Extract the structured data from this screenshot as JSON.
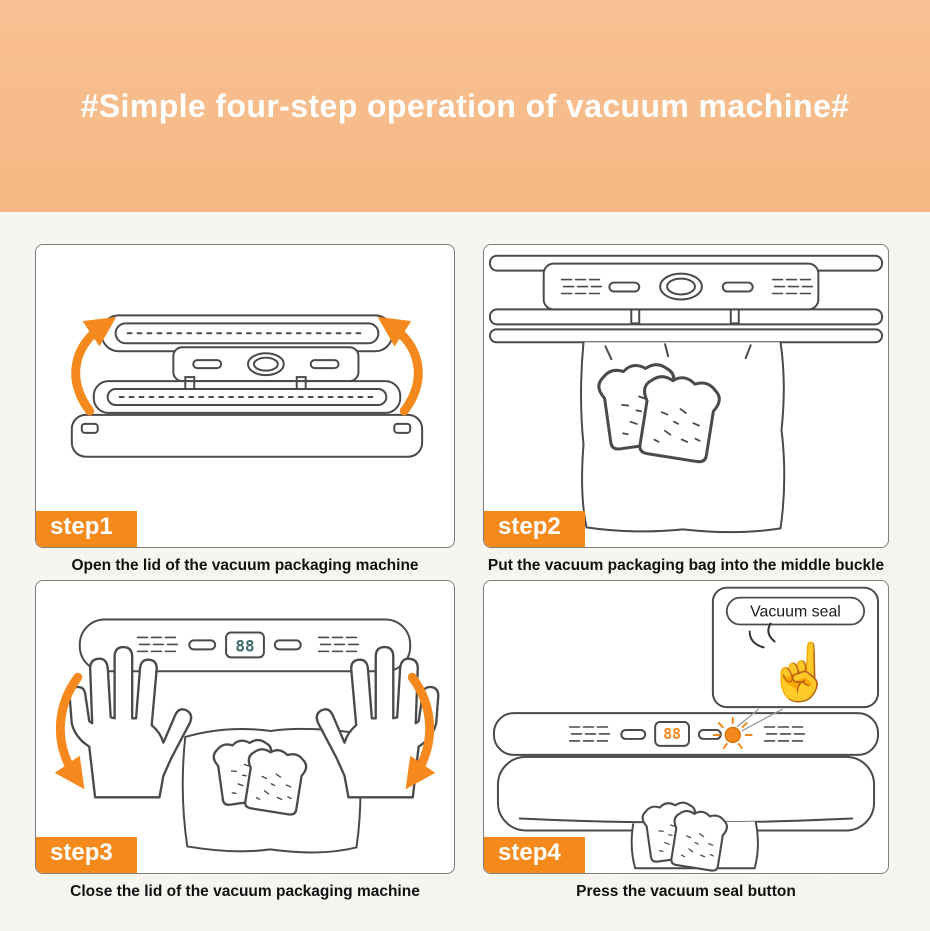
{
  "header": {
    "title": "#Simple four-step operation of vacuum machine#"
  },
  "steps": [
    {
      "label": "step1",
      "caption": "Open the lid of the vacuum packaging machine"
    },
    {
      "label": "step2",
      "caption": "Put the vacuum packaging bag into the middle buckle"
    },
    {
      "label": "step3",
      "caption": "Close the lid of the vacuum packaging machine"
    },
    {
      "label": "step4",
      "caption": "Press the vacuum seal button"
    }
  ],
  "machine": {
    "display_value": "88"
  },
  "callout": {
    "label": "Vacuum seal"
  },
  "icons": {
    "tap_hand": "☝"
  },
  "colors": {
    "banner": "#f7bd8d",
    "accent_orange": "#f5891d",
    "background": "#f7f5f0",
    "line_art": "#4a4a4a"
  }
}
